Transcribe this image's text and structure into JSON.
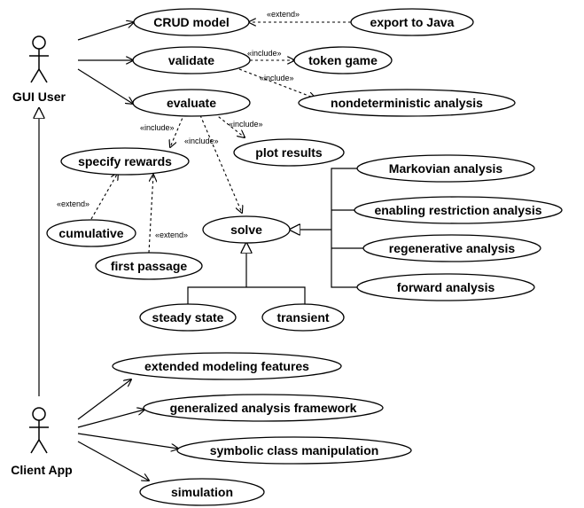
{
  "actors": {
    "gui_user": "GUI User",
    "client_app": "Client App"
  },
  "use_cases": {
    "crud_model": "CRUD model",
    "export_to_java": "export to Java",
    "validate": "validate",
    "token_game": "token game",
    "nondeterministic_analysis": "nondeterministic analysis",
    "evaluate": "evaluate",
    "specify_rewards": "specify rewards",
    "plot_results": "plot results",
    "cumulative": "cumulative",
    "first_passage": "first passage",
    "solve": "solve",
    "markovian_analysis": "Markovian analysis",
    "enabling_restriction_analysis": "enabling restriction analysis",
    "regenerative_analysis": "regenerative analysis",
    "forward_analysis": "forward analysis",
    "steady_state": "steady state",
    "transient": "transient",
    "extended_modeling_features": "extended modeling features",
    "generalized_analysis_framework": "generalized analysis framework",
    "symbolic_class_manipulation": "symbolic class manipulation",
    "simulation": "simulation"
  },
  "stereotypes": {
    "extend": "«extend»",
    "include": "«include»"
  }
}
